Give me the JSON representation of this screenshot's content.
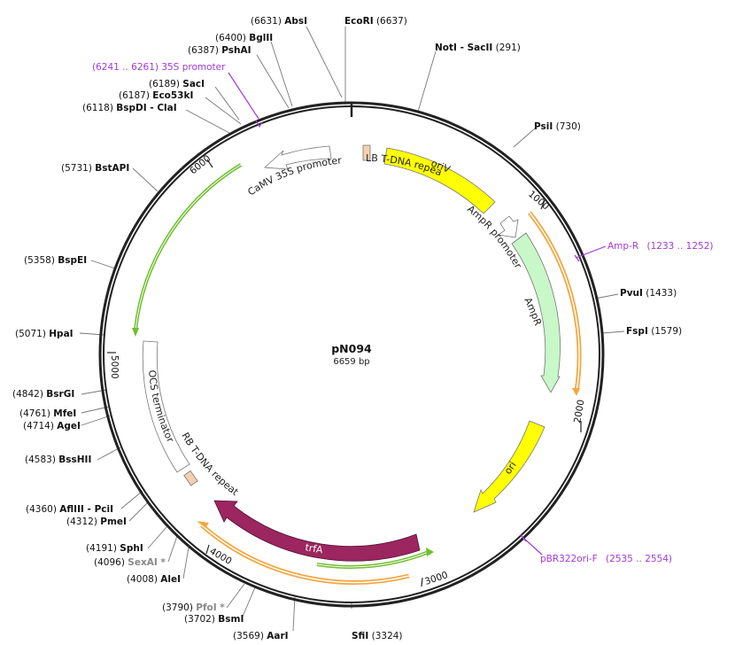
{
  "plasmid": {
    "name": "pN094",
    "size_text": "6659 bp",
    "length": 6659,
    "colors": {
      "backbone": "#222222",
      "orange_arc": "#f2a640",
      "green_arc": "#6fbf2e",
      "oriV": "#ffff00",
      "ori": "#ffff00",
      "AmpR": "#c8f7c8",
      "trfA": "#9b2660",
      "LB": "#f5d0b0",
      "RB": "#f5d0b0",
      "primer": "#a23ad6"
    }
  },
  "ticks": [
    {
      "pos": 1000,
      "label": "1000"
    },
    {
      "pos": 2000,
      "label": "2000"
    },
    {
      "pos": 3000,
      "label": "3000"
    },
    {
      "pos": 4000,
      "label": "4000"
    },
    {
      "pos": 5000,
      "label": "5000"
    },
    {
      "pos": 6000,
      "label": "6000"
    }
  ],
  "sites": [
    {
      "coord": "(6631)",
      "name": "AbsI",
      "pos": 6631
    },
    {
      "coord": "(6637)",
      "name": "EcoRI",
      "pos": 6637
    },
    {
      "coord": "(6400)",
      "name": "BglII",
      "pos": 6400
    },
    {
      "coord": "(6387)",
      "name": "PshAI",
      "pos": 6387
    },
    {
      "coord": "(291)",
      "name": "NotI - SacII",
      "pos": 291
    },
    {
      "coord": "(6189)",
      "name": "SacI",
      "pos": 6189
    },
    {
      "coord": "(6187)",
      "name": "Eco53kI",
      "pos": 6187
    },
    {
      "coord": "(6118)",
      "name": "BspDI - ClaI",
      "pos": 6118
    },
    {
      "coord": "(730)",
      "name": "PsiI",
      "pos": 730
    },
    {
      "coord": "(5731)",
      "name": "BstAPI",
      "pos": 5731
    },
    {
      "coord": "(5358)",
      "name": "BspEI",
      "pos": 5358
    },
    {
      "coord": "(1433)",
      "name": "PvuI",
      "pos": 1433
    },
    {
      "coord": "(1579)",
      "name": "FspI",
      "pos": 1579
    },
    {
      "coord": "(5071)",
      "name": "HpaI",
      "pos": 5071
    },
    {
      "coord": "(4842)",
      "name": "BsrGI",
      "pos": 4842
    },
    {
      "coord": "(4761)",
      "name": "MfeI",
      "pos": 4761
    },
    {
      "coord": "(4714)",
      "name": "AgeI",
      "pos": 4714
    },
    {
      "coord": "(4583)",
      "name": "BssHII",
      "pos": 4583
    },
    {
      "coord": "(4360)",
      "name": "AflIII - PciI",
      "pos": 4360
    },
    {
      "coord": "(4312)",
      "name": "PmeI",
      "pos": 4312
    },
    {
      "coord": "(4191)",
      "name": "SphI",
      "pos": 4191
    },
    {
      "coord": "(4096)",
      "name": "SexAI *",
      "pos": 4096
    },
    {
      "coord": "(4008)",
      "name": "AleI",
      "pos": 4008
    },
    {
      "coord": "(3790)",
      "name": "PfoI *",
      "pos": 3790
    },
    {
      "coord": "(3702)",
      "name": "BsmI",
      "pos": 3702
    },
    {
      "coord": "(3569)",
      "name": "AarI",
      "pos": 3569
    },
    {
      "coord": "(3324)",
      "name": "SfiI",
      "pos": 3324
    }
  ],
  "primers": [
    {
      "label": "(6241 .. 6261)  35S promoter"
    },
    {
      "label": "Amp-R",
      "range": "(1233 .. 1252)"
    },
    {
      "label": "pBR322ori-F",
      "range": "(2535 .. 2554)"
    }
  ],
  "features": [
    {
      "name": "oriV"
    },
    {
      "name": "LB T-DNA repeat"
    },
    {
      "name": "CaMV 35S promoter"
    },
    {
      "name": "AmpR promoter"
    },
    {
      "name": "AmpR"
    },
    {
      "name": "ori"
    },
    {
      "name": "trfA"
    },
    {
      "name": "RB T-DNA repeat"
    },
    {
      "name": "OCS terminator"
    }
  ]
}
